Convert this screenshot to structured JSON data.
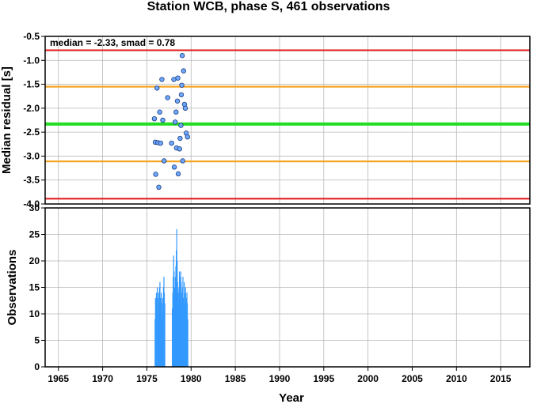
{
  "title": "Station WCB, phase S, 461 observations",
  "chart_data": [
    {
      "type": "scatter",
      "ylabel": "Median residual [s]",
      "xlim": [
        1963.5,
        2018.3
      ],
      "ylim": [
        -4.0,
        -0.5
      ],
      "yticks": [
        -0.5,
        -1.0,
        -1.5,
        -2.0,
        -2.5,
        -3.0,
        -3.5,
        -4.0
      ],
      "ytick_labels": [
        "-0.5",
        "-1.0",
        "-1.5",
        "-2.0",
        "-2.5",
        "-3.0",
        "-3.5",
        "-4.0"
      ],
      "annotation": "median = -2.33, smad = 0.78",
      "grid": true,
      "reference_lines": [
        {
          "y": -0.79,
          "color": "#e02020"
        },
        {
          "y": -1.55,
          "color": "#f5a623"
        },
        {
          "y": -2.33,
          "color": "#22dd22"
        },
        {
          "y": -3.11,
          "color": "#f5a623"
        },
        {
          "y": -3.89,
          "color": "#e02020"
        }
      ],
      "points": [
        {
          "x": 1975.85,
          "y": -2.22
        },
        {
          "x": 1975.95,
          "y": -2.71
        },
        {
          "x": 1976.0,
          "y": -3.38
        },
        {
          "x": 1976.15,
          "y": -1.58
        },
        {
          "x": 1976.25,
          "y": -2.72
        },
        {
          "x": 1976.35,
          "y": -3.65
        },
        {
          "x": 1976.45,
          "y": -2.08
        },
        {
          "x": 1976.55,
          "y": -2.73
        },
        {
          "x": 1976.7,
          "y": -1.4
        },
        {
          "x": 1976.8,
          "y": -2.25
        },
        {
          "x": 1976.95,
          "y": -3.1
        },
        {
          "x": 1977.35,
          "y": -1.78
        },
        {
          "x": 1977.8,
          "y": -2.73
        },
        {
          "x": 1978.05,
          "y": -1.4
        },
        {
          "x": 1978.1,
          "y": -3.23
        },
        {
          "x": 1978.2,
          "y": -2.29
        },
        {
          "x": 1978.3,
          "y": -2.08
        },
        {
          "x": 1978.35,
          "y": -2.83
        },
        {
          "x": 1978.45,
          "y": -1.85
        },
        {
          "x": 1978.5,
          "y": -1.37
        },
        {
          "x": 1978.55,
          "y": -3.37
        },
        {
          "x": 1978.7,
          "y": -2.85
        },
        {
          "x": 1978.75,
          "y": -2.63
        },
        {
          "x": 1978.85,
          "y": -2.36
        },
        {
          "x": 1978.9,
          "y": -1.72
        },
        {
          "x": 1978.95,
          "y": -1.52
        },
        {
          "x": 1979.0,
          "y": -0.9
        },
        {
          "x": 1979.05,
          "y": -3.1
        },
        {
          "x": 1979.15,
          "y": -1.22
        },
        {
          "x": 1979.25,
          "y": -1.92
        },
        {
          "x": 1979.35,
          "y": -2.0
        },
        {
          "x": 1979.45,
          "y": -2.52
        },
        {
          "x": 1979.6,
          "y": -2.6
        }
      ]
    },
    {
      "type": "bar",
      "xlabel": "Year",
      "ylabel": "Observations",
      "xlim": [
        1963.5,
        2018.3
      ],
      "ylim": [
        0,
        30
      ],
      "xticks": [
        1965,
        1970,
        1975,
        1980,
        1985,
        1990,
        1995,
        2000,
        2005,
        2010,
        2015
      ],
      "xtick_labels": [
        "1965",
        "1970",
        "1975",
        "1980",
        "1985",
        "1990",
        "1995",
        "2000",
        "2005",
        "2010",
        "2015"
      ],
      "yticks": [
        0,
        5,
        10,
        15,
        20,
        25,
        30
      ],
      "ytick_labels": [
        "0",
        "5",
        "10",
        "15",
        "20",
        "25",
        "30"
      ],
      "grid": true,
      "color": "#3399ff",
      "bars": [
        {
          "x": 1975.9,
          "y": 9
        },
        {
          "x": 1975.95,
          "y": 13
        },
        {
          "x": 1976.0,
          "y": 12
        },
        {
          "x": 1976.05,
          "y": 14
        },
        {
          "x": 1976.1,
          "y": 11
        },
        {
          "x": 1976.15,
          "y": 15
        },
        {
          "x": 1976.2,
          "y": 13
        },
        {
          "x": 1976.25,
          "y": 10
        },
        {
          "x": 1976.3,
          "y": 14
        },
        {
          "x": 1976.35,
          "y": 12
        },
        {
          "x": 1976.4,
          "y": 15
        },
        {
          "x": 1976.45,
          "y": 16
        },
        {
          "x": 1976.5,
          "y": 13
        },
        {
          "x": 1976.55,
          "y": 11
        },
        {
          "x": 1976.6,
          "y": 14
        },
        {
          "x": 1976.65,
          "y": 9
        },
        {
          "x": 1976.7,
          "y": 12
        },
        {
          "x": 1976.75,
          "y": 13
        },
        {
          "x": 1976.8,
          "y": 10
        },
        {
          "x": 1976.85,
          "y": 15
        },
        {
          "x": 1976.9,
          "y": 17
        },
        {
          "x": 1976.95,
          "y": 14
        },
        {
          "x": 1977.0,
          "y": 12
        },
        {
          "x": 1977.85,
          "y": 11
        },
        {
          "x": 1977.9,
          "y": 14
        },
        {
          "x": 1977.95,
          "y": 17
        },
        {
          "x": 1978.0,
          "y": 21
        },
        {
          "x": 1978.05,
          "y": 18
        },
        {
          "x": 1978.1,
          "y": 15
        },
        {
          "x": 1978.15,
          "y": 13
        },
        {
          "x": 1978.2,
          "y": 17
        },
        {
          "x": 1978.25,
          "y": 19
        },
        {
          "x": 1978.3,
          "y": 22
        },
        {
          "x": 1978.35,
          "y": 26
        },
        {
          "x": 1978.4,
          "y": 20
        },
        {
          "x": 1978.45,
          "y": 16
        },
        {
          "x": 1978.5,
          "y": 14
        },
        {
          "x": 1978.55,
          "y": 12
        },
        {
          "x": 1978.6,
          "y": 15
        },
        {
          "x": 1978.65,
          "y": 18
        },
        {
          "x": 1978.7,
          "y": 17
        },
        {
          "x": 1978.75,
          "y": 13
        },
        {
          "x": 1978.8,
          "y": 18
        },
        {
          "x": 1978.85,
          "y": 16
        },
        {
          "x": 1978.9,
          "y": 14
        },
        {
          "x": 1978.95,
          "y": 12
        },
        {
          "x": 1979.0,
          "y": 15
        },
        {
          "x": 1979.05,
          "y": 17
        },
        {
          "x": 1979.1,
          "y": 13
        },
        {
          "x": 1979.15,
          "y": 11
        },
        {
          "x": 1979.2,
          "y": 16
        },
        {
          "x": 1979.25,
          "y": 14
        },
        {
          "x": 1979.3,
          "y": 12
        },
        {
          "x": 1979.35,
          "y": 15
        },
        {
          "x": 1979.4,
          "y": 13
        },
        {
          "x": 1979.45,
          "y": 10
        },
        {
          "x": 1979.5,
          "y": 14
        },
        {
          "x": 1979.55,
          "y": 12
        },
        {
          "x": 1979.6,
          "y": 9
        }
      ]
    }
  ]
}
